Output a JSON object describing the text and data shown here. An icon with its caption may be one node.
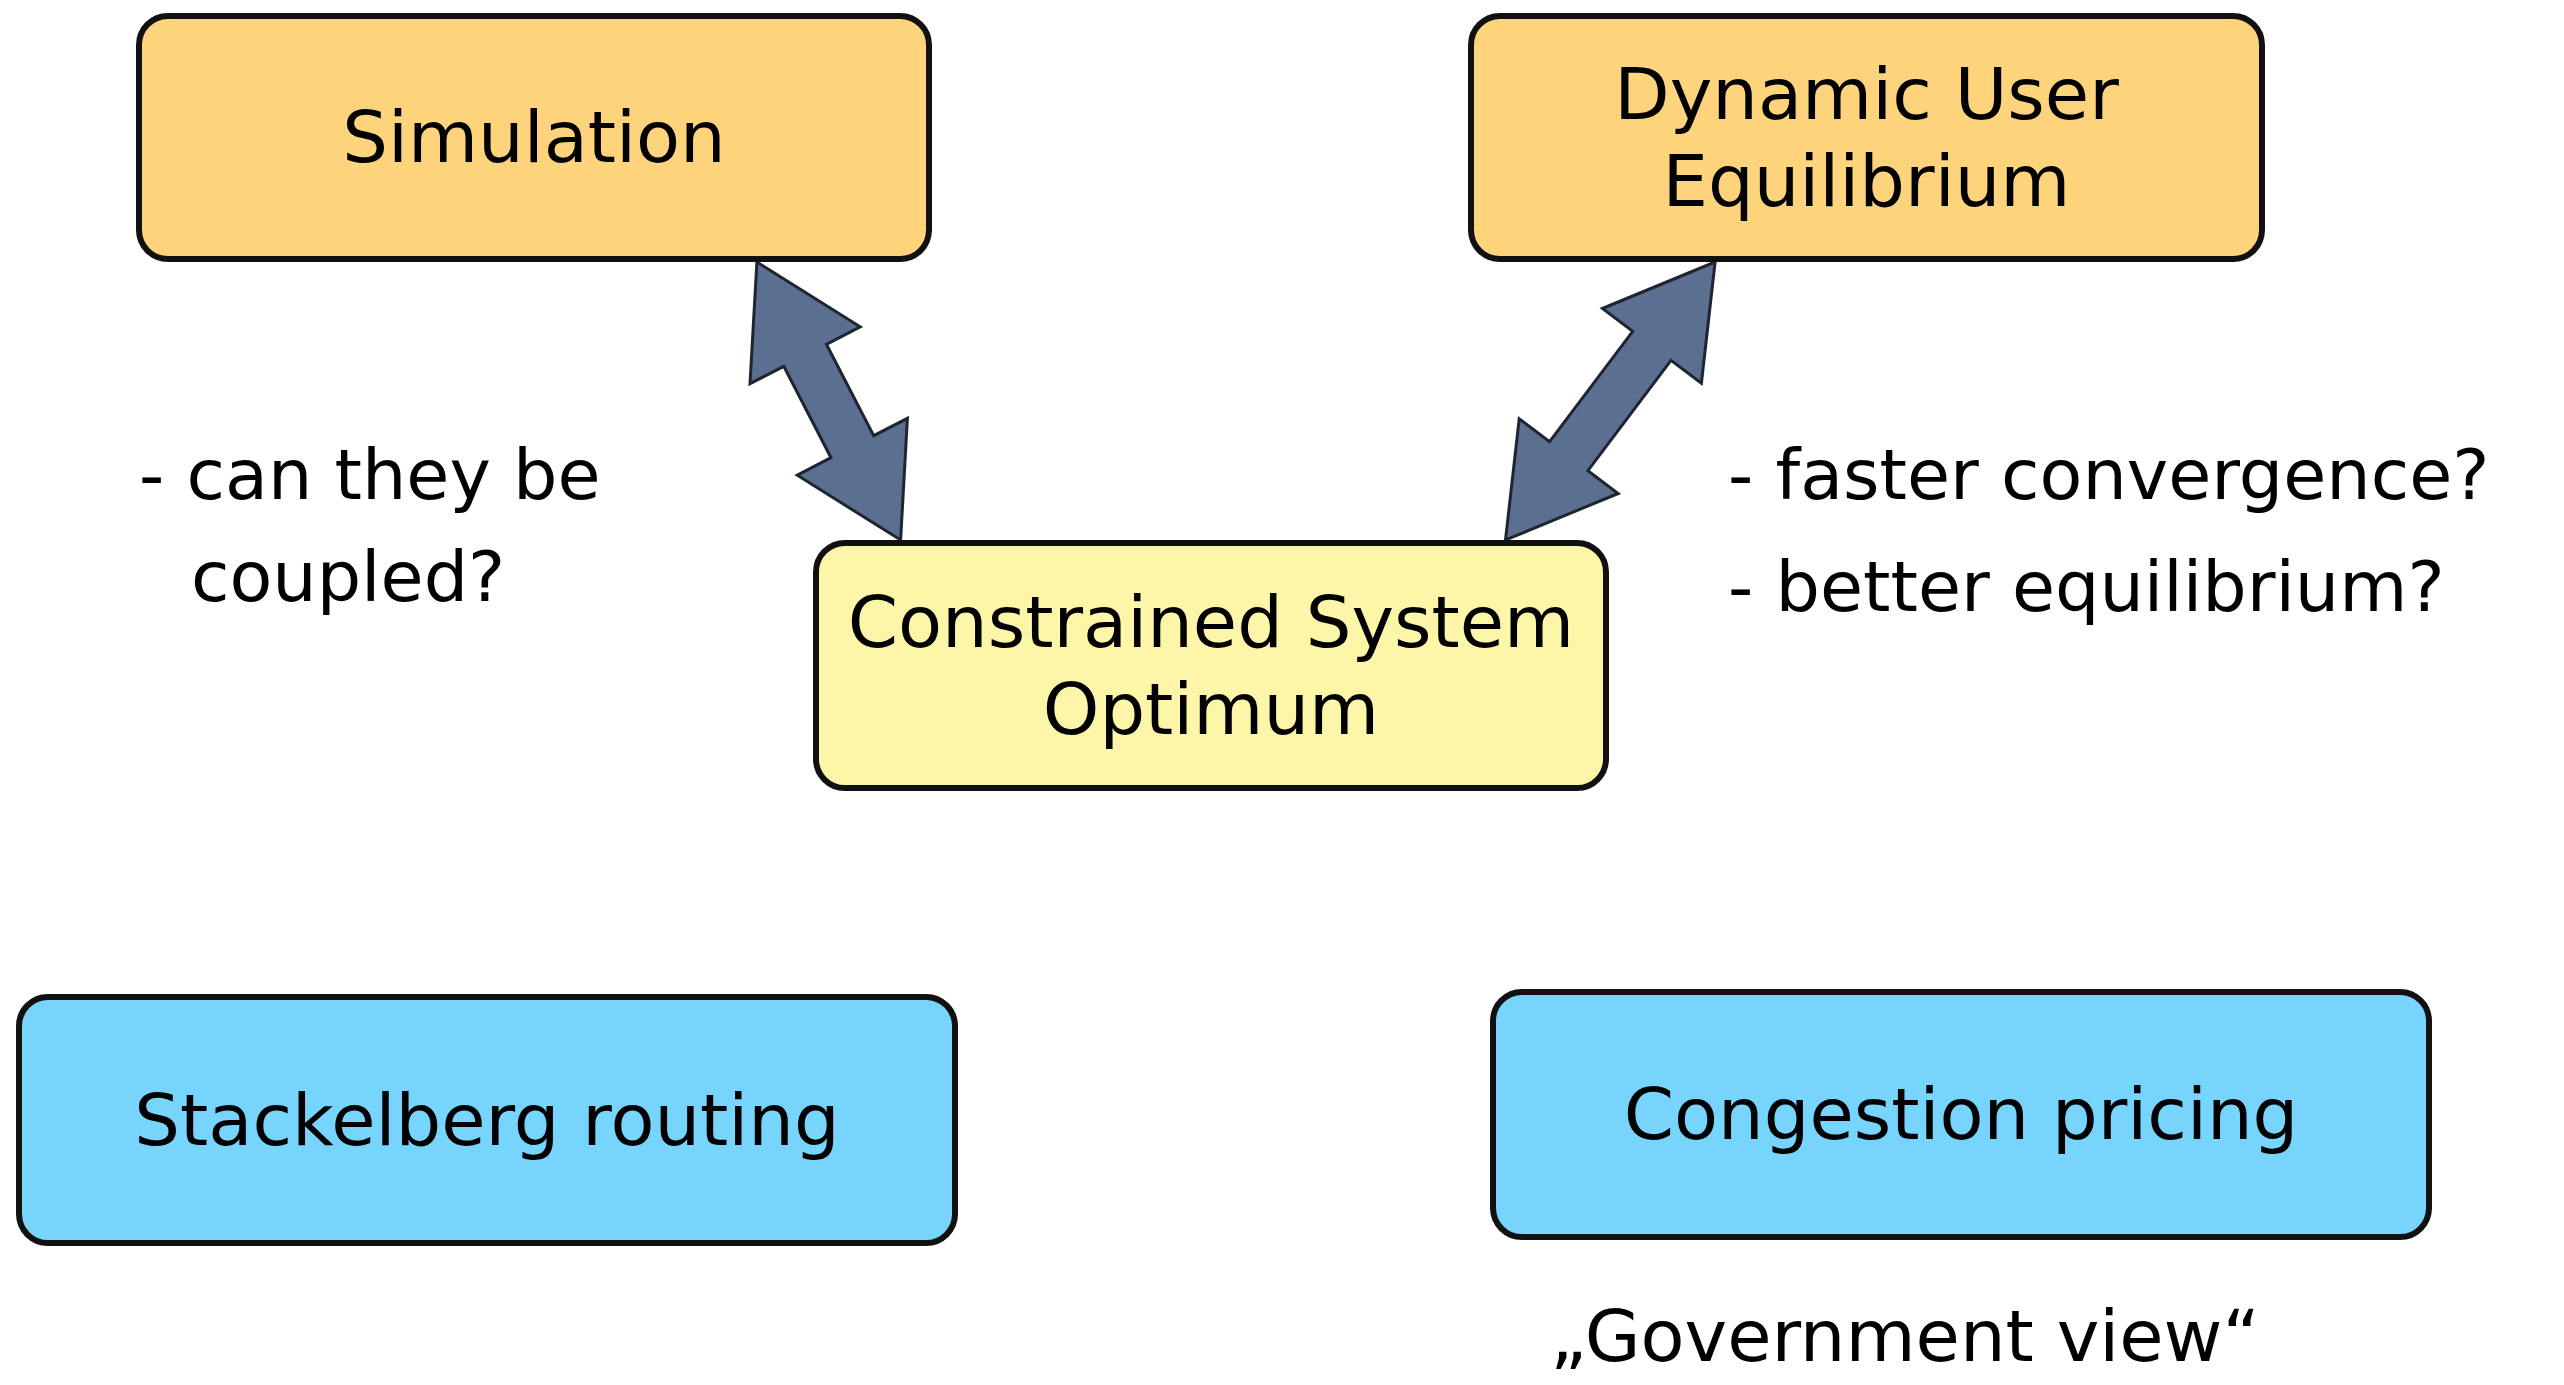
{
  "diagram": {
    "nodes": [
      {
        "text": [
          "Simulation"
        ]
      },
      {
        "text": [
          "Dynamic User Equilibrium"
        ]
      },
      {
        "text": [
          "Constrained System Optimum"
        ]
      },
      {
        "text": [
          "Stackelberg routing"
        ]
      },
      {
        "text": [
          "Congestion pricing"
        ],
        "beside": [
          "„Government view“"
        ]
      }
    ],
    "edges": [
      {
        "from": 0,
        "to": 2,
        "arrow": "both",
        "style": "thick"
      },
      {
        "from": 1,
        "to": 2,
        "arrow": "both",
        "style": "thick"
      }
    ],
    "labels": [
      "- can they be coupled?",
      "- faster convergence?",
      "- better equilibrium?"
    ]
  }
}
